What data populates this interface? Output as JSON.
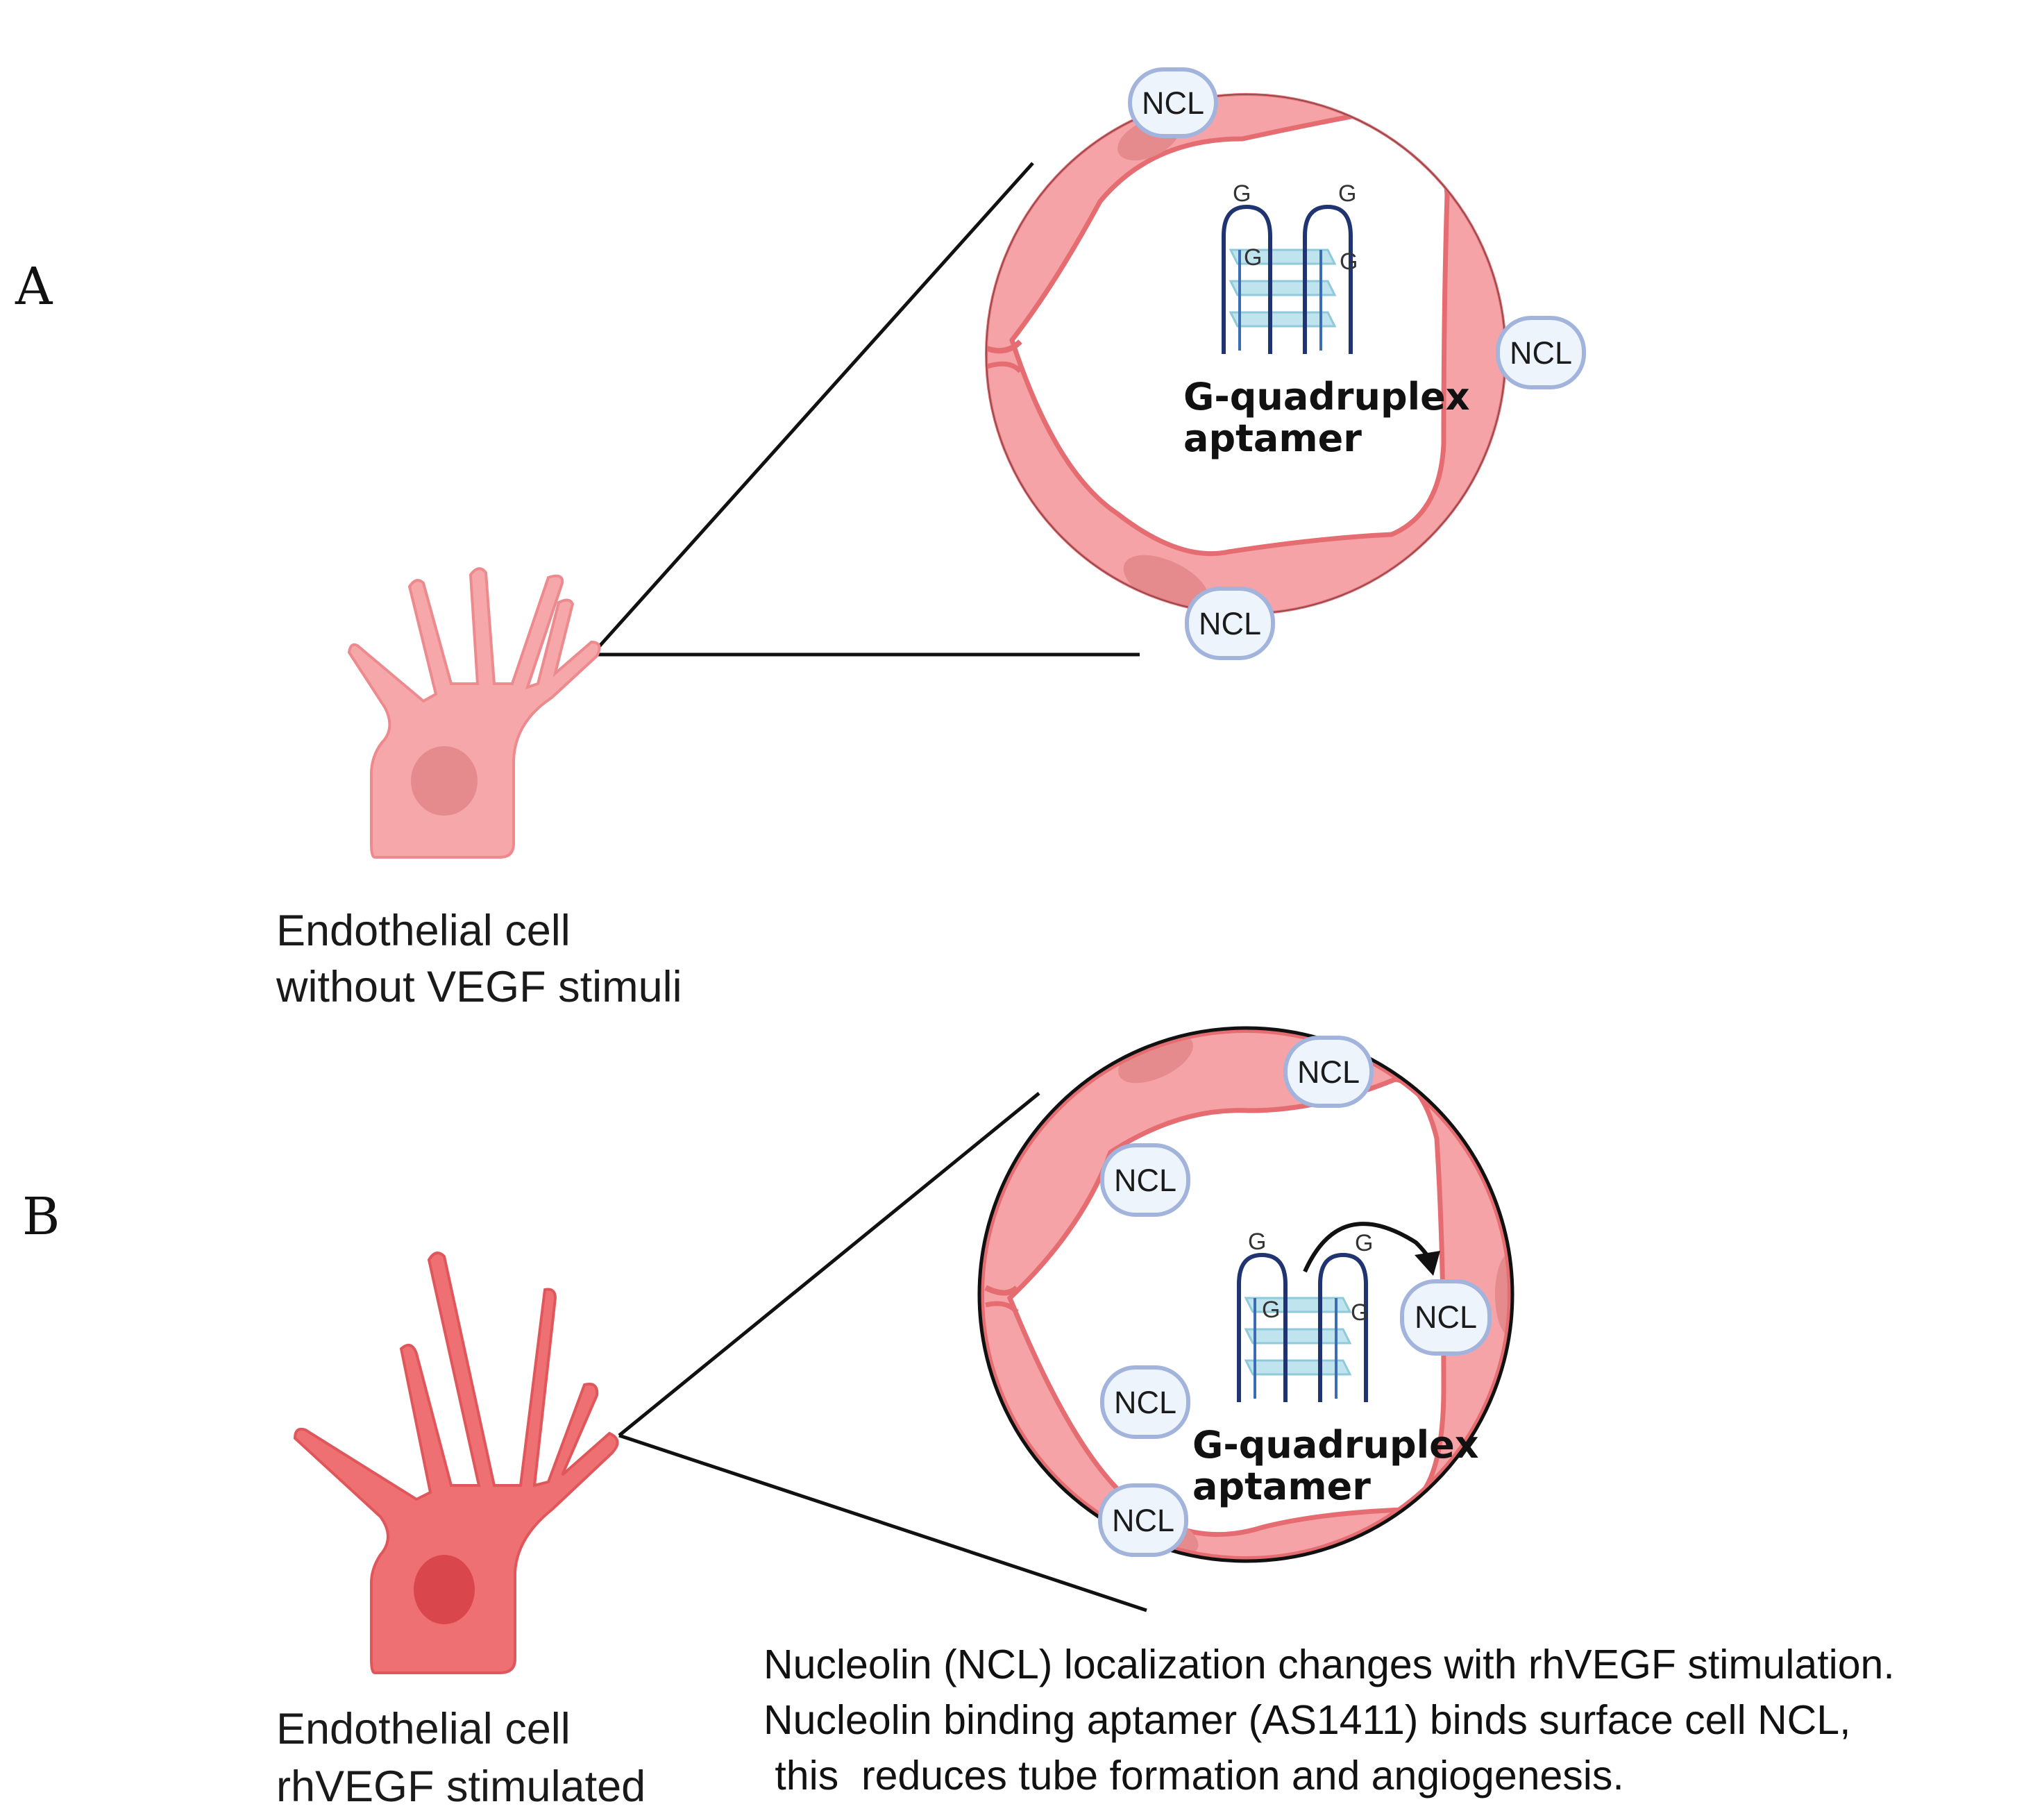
{
  "panels": [
    {
      "letter": "A",
      "caption_lines": [
        "Endothelial cell",
        "without VEGF stimuli"
      ],
      "aptamer_label_lines": [
        "G-quadruplex",
        "aptamer"
      ],
      "ncl_label": "NCL",
      "g_label": "G"
    },
    {
      "letter": "B",
      "caption_lines": [
        "Endothelial cell",
        "rhVEGF stimulated"
      ],
      "aptamer_label_lines": [
        "G-quadruplex",
        "aptamer"
      ],
      "ncl_label": "NCL",
      "g_label": "G"
    }
  ],
  "description_lines": [
    "Nucleolin (NCL) localization changes with rhVEGF stimulation.",
    "Nucleolin binding aptamer (AS1411) binds surface cell NCL,",
    " this  reduces tube formation and angiogenesis."
  ],
  "colors": {
    "cell_pale": "#f6a7aa",
    "cell_stimulated": "#ef7073",
    "vessel_fill": "#f5a3a7",
    "vessel_edge": "#e56d72",
    "nucleus": "#e58a8d",
    "ncl_fill": "#eef4fc",
    "ncl_edge": "#a2b4dc",
    "strand": "#1f3470",
    "tetrad": "#bfe4ee"
  }
}
